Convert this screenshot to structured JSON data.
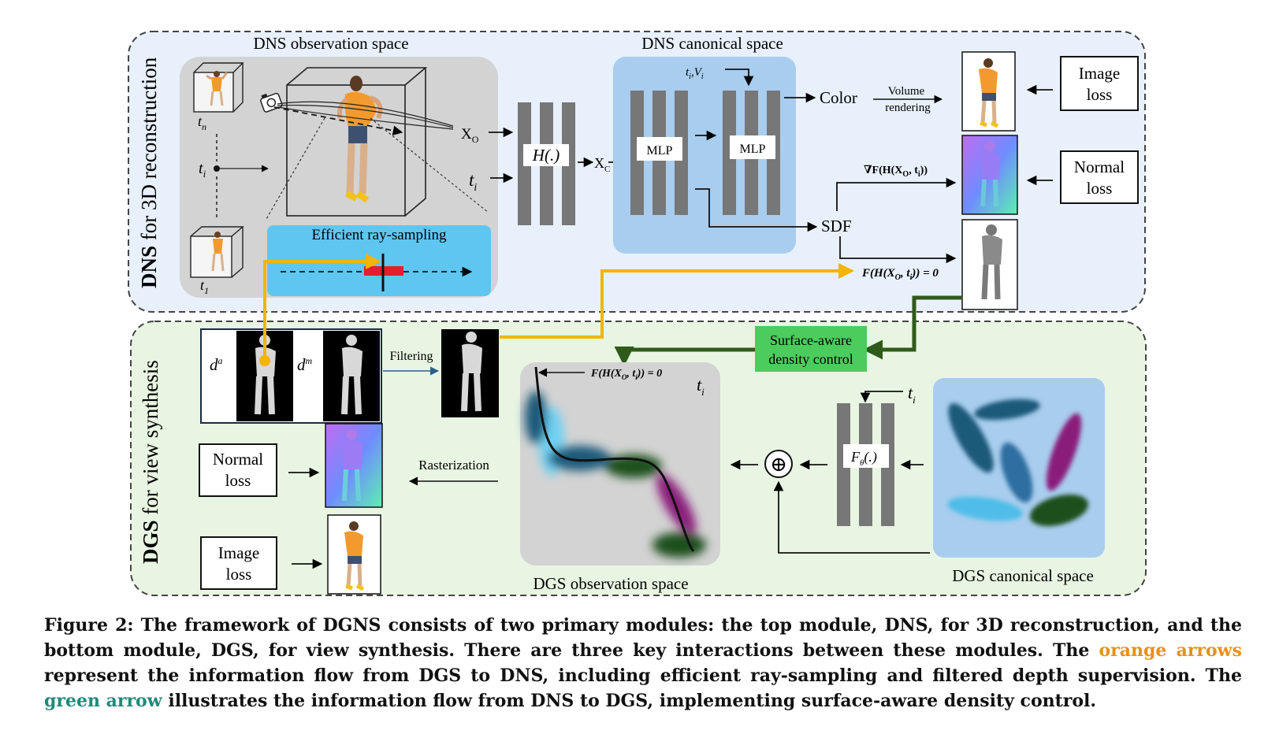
{
  "colors": {
    "orange_arrow": "#f4b400",
    "green_arrow": "#2f5a1b",
    "dns_panel": "#e8f0fb",
    "dgs_panel": "#e8f5e2",
    "ray_sampling": "#5ec6f0",
    "canonical_dns": "#a8cdee",
    "surface_aware_box": "#4ccc5c",
    "caption_orange": "#e8901a",
    "caption_green": "#1f8a7a"
  },
  "dns": {
    "section_label_bold": "DNS",
    "section_label_rest": " for 3D reconstruction",
    "observation_title": "DNS observation space",
    "canonical_title": "DNS canonical space",
    "time_n": "t",
    "time_n_sub": "n",
    "time_i": "t",
    "time_i_sub": "i",
    "time_1": "t",
    "time_1_sub": "1",
    "xo": "X",
    "xo_sub": "O",
    "ti_input": "t",
    "ti_input_sub": "i",
    "h_func": "H(.)",
    "xc": "X",
    "xc_sub": "C",
    "mlp1": "MLP",
    "mlp2": "MLP",
    "ti_vi": "t",
    "ti_vi_rest": ",V",
    "ti_vi_sub": "i",
    "color_out": "Color",
    "volume_rendering_1": "Volume",
    "volume_rendering_2": "rendering",
    "sdf_out": "SDF",
    "gradient_label": "∇F(H(X",
    "gradient_sub": "O",
    "gradient_rest": ", t",
    "gradient_sub2": "i",
    "gradient_end": "))",
    "surface_eq": "F(H(X",
    "surface_eq_sub": "O",
    "surface_eq_rest": ", t",
    "surface_eq_sub2": "i",
    "surface_eq_end": ")) = 0",
    "ray_sampling_title": "Efficient ray-sampling",
    "image_loss_1": "Image",
    "image_loss_2": "loss",
    "normal_loss_1": "Normal",
    "normal_loss_2": "loss"
  },
  "dgs": {
    "section_label_bold": "DGS",
    "section_label_rest": " for view synthesis",
    "depth_a": "d",
    "depth_a_sup": "a",
    "depth_m": "d",
    "depth_m_sup": "m",
    "filtering": "Filtering",
    "surface_aware_1": "Surface-aware",
    "surface_aware_2": "density control",
    "obs_eq": "F(H(X",
    "obs_eq_sub": "O",
    "obs_eq_rest": ", t",
    "obs_eq_sub2": "i",
    "obs_eq_end": ")) = 0",
    "obs_ti": "t",
    "obs_ti_sub": "i",
    "rasterization": "Rasterization",
    "observation_title": "DGS observation space",
    "canonical_title": "DGS canonical space",
    "f_theta": "F",
    "f_theta_sub": "θ",
    "f_theta_rest": "(.)",
    "ti_input": "t",
    "ti_input_sub": "i",
    "plus": "⊕",
    "normal_loss_1": "Normal",
    "normal_loss_2": "loss",
    "image_loss_1": "Image",
    "image_loss_2": "loss"
  },
  "caption": {
    "part1": "Figure 2: The framework of DGNS consists of two primary modules: the top module, DNS, for 3D reconstruction, and the bottom module, DGS, for view synthesis. There are three key interactions between these modules. The ",
    "orange": "orange arrows",
    "part2": " represent the information flow from DGS to DNS, including efficient ray-sampling and filtered depth supervision. The ",
    "green": "green arrow",
    "part3": " illustrates the information flow from DNS to DGS, implementing surface-aware density control."
  }
}
